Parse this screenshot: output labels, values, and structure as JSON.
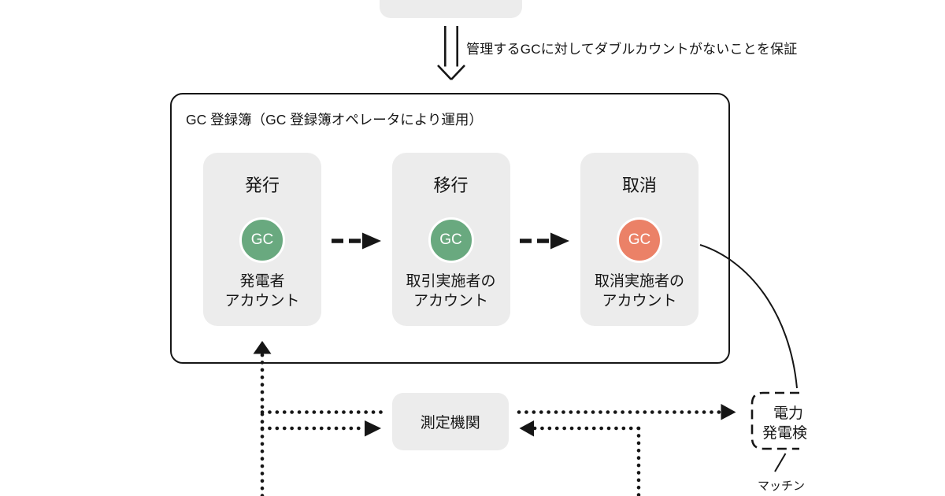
{
  "annotation": {
    "text": "管理するGCに対してダブルカウントがないことを保証"
  },
  "registry": {
    "title": "GC 登録簿（GC 登録簿オペレータにより運用）",
    "stations": [
      {
        "label": "発行",
        "badge": "GC",
        "badge_color": "#69a97f",
        "account_line1": "発電者",
        "account_line2": "アカウント"
      },
      {
        "label": "移行",
        "badge": "GC",
        "badge_color": "#69a97f",
        "account_line1": "取引実施者の",
        "account_line2": "アカウント"
      },
      {
        "label": "取消",
        "badge": "GC",
        "badge_color": "#eb8167",
        "account_line1": "取消実施者の",
        "account_line2": "アカウント"
      }
    ]
  },
  "measurement": {
    "label": "測定機関"
  },
  "verification": {
    "line1": "電力",
    "line2": "発電検",
    "caption": "マッチン"
  },
  "colors": {
    "box_gray": "#ececec",
    "badge_green": "#69a97f",
    "badge_salmon": "#eb8167",
    "line_dark": "#161616"
  }
}
